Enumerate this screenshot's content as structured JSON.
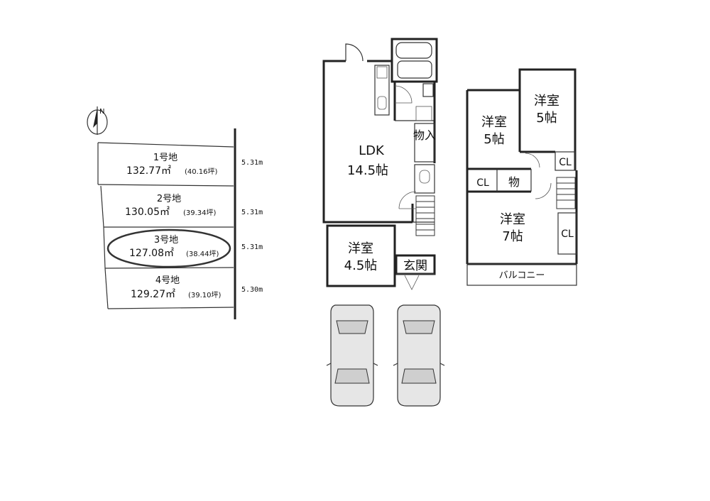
{
  "north_label": "N",
  "lots": [
    {
      "name": "1号地",
      "area": "132.77㎡",
      "tsubo": "(40.16坪)",
      "frontage": "5.31m",
      "highlighted": false
    },
    {
      "name": "2号地",
      "area": "130.05㎡",
      "tsubo": "(39.34坪)",
      "frontage": "5.31m",
      "highlighted": false
    },
    {
      "name": "3号地",
      "area": "127.08㎡",
      "tsubo": "(38.44坪)",
      "frontage": "5.31m",
      "highlighted": true
    },
    {
      "name": "4号地",
      "area": "129.27㎡",
      "tsubo": "(39.10坪)",
      "frontage": "5.30m",
      "highlighted": false
    }
  ],
  "floor1": {
    "ldk_name": "LDK",
    "ldk_size": "14.5帖",
    "storage": "物入",
    "room_name": "洋室",
    "room_size": "4.5帖",
    "entrance": "玄関"
  },
  "floor2": {
    "room_a_name": "洋室",
    "room_a_size": "5帖",
    "room_b_name": "洋室",
    "room_b_size": "5帖",
    "room_c_name": "洋室",
    "room_c_size": "7帖",
    "closet": "CL",
    "storage": "物",
    "balcony": "バルコニー"
  }
}
